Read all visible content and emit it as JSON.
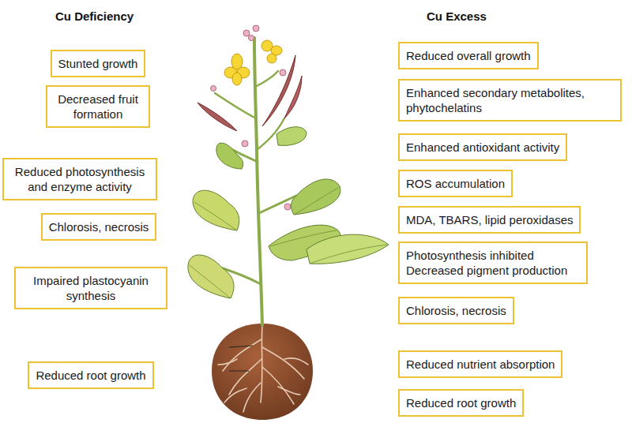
{
  "diagram": {
    "nodes": [
      {
        "text": [
          "Stunted growth"
        ]
      },
      {
        "text": [
          "Decreased fruit formation"
        ]
      },
      {
        "text": [
          "Reduced photosynthesis and enzyme activity"
        ]
      },
      {
        "text": [
          "Chlorosis, necrosis"
        ]
      },
      {
        "text": [
          "Impaired plastocyanin synthesis"
        ]
      },
      {
        "text": [
          "Reduced root growth"
        ]
      },
      {
        "text": [
          "Reduced overall growth"
        ]
      },
      {
        "text": [
          "Enhanced secondary metabolites, phytochelatins"
        ]
      },
      {
        "text": [
          "Enhanced antioxidant activity"
        ]
      },
      {
        "text": [
          "ROS accumulation"
        ]
      },
      {
        "text": [
          "MDA, TBARS, lipid peroxidases"
        ]
      },
      {
        "text": [
          "Photosynthesis inhibited Decreased pigment production"
        ]
      },
      {
        "text": [
          "Chlorosis, necrosis"
        ]
      },
      {
        "text": [
          "Reduced nutrient absorption"
        ]
      },
      {
        "text": [
          "Reduced root growth"
        ]
      }
    ],
    "labels": [
      "Cu Deficiency",
      "Cu Excess"
    ]
  }
}
